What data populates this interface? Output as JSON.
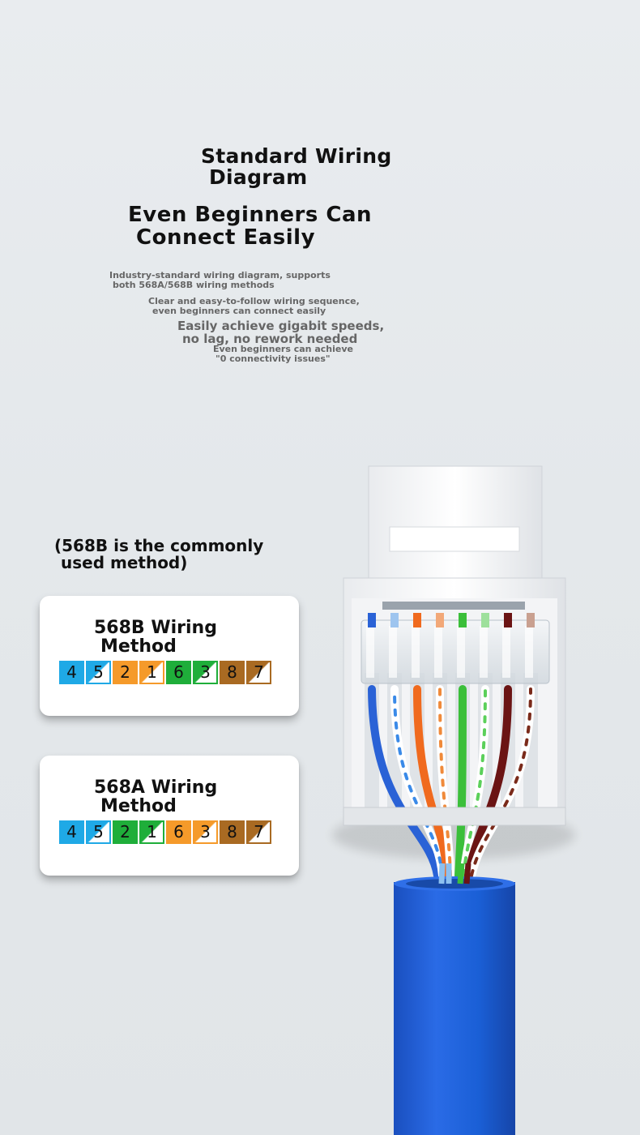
{
  "header": {
    "title_line1": "Standard Wiring",
    "title_line2": "Diagram",
    "subtitle_line1": "Even Beginners Can",
    "subtitle_line2": "Connect Easily"
  },
  "features": {
    "f1_line1": "Industry-standard wiring diagram, supports",
    "f1_line2": "both 568A/568B wiring methods",
    "f2_line1": "Clear and easy-to-follow wiring sequence,",
    "f2_line2": "even beginners can connect easily",
    "f3_line1": "Easily achieve gigabit speeds,",
    "f3_line2": "no lag, no rework needed",
    "f4_line1": "Even beginners can achieve",
    "f4_line2": "\"0 connectivity issues\""
  },
  "note": {
    "line1": "(568B is the commonly",
    "line2": "used method)"
  },
  "cards": [
    {
      "title_line1": "568B Wiring",
      "title_line2": "Method",
      "pins": [
        {
          "label": "4",
          "color": "blue",
          "style": "solid"
        },
        {
          "label": "5",
          "color": "blue",
          "style": "striped"
        },
        {
          "label": "2",
          "color": "orange",
          "style": "solid"
        },
        {
          "label": "1",
          "color": "orange",
          "style": "striped"
        },
        {
          "label": "6",
          "color": "green",
          "style": "solid"
        },
        {
          "label": "3",
          "color": "green",
          "style": "striped"
        },
        {
          "label": "8",
          "color": "brown",
          "style": "solid"
        },
        {
          "label": "7",
          "color": "brown",
          "style": "striped"
        }
      ]
    },
    {
      "title_line1": "568A Wiring",
      "title_line2": "Method",
      "pins": [
        {
          "label": "4",
          "color": "blue",
          "style": "solid"
        },
        {
          "label": "5",
          "color": "blue",
          "style": "striped"
        },
        {
          "label": "2",
          "color": "green",
          "style": "solid"
        },
        {
          "label": "1",
          "color": "green",
          "style": "striped"
        },
        {
          "label": "6",
          "color": "orange",
          "style": "solid"
        },
        {
          "label": "3",
          "color": "orange",
          "style": "striped"
        },
        {
          "label": "8",
          "color": "brown",
          "style": "solid"
        },
        {
          "label": "7",
          "color": "brown",
          "style": "striped"
        }
      ]
    }
  ],
  "colors": {
    "blue": "#1fa9e6",
    "orange": "#f59a2a",
    "green": "#1fae3a",
    "brown": "#a96a22",
    "cable": "#1a5fd6"
  }
}
